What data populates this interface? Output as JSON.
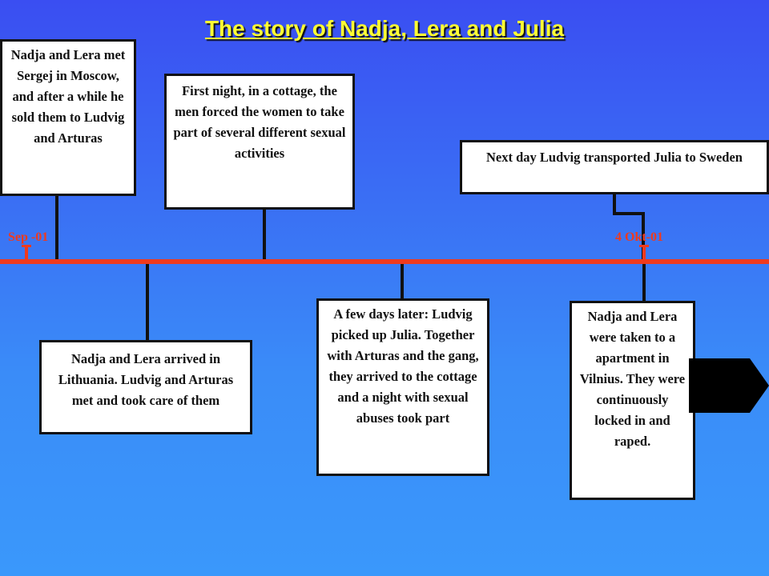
{
  "title": "The story of Nadja, Lera and Julia",
  "timeline": {
    "start_label": "Sep -01",
    "end_label": "4 Okt-01"
  },
  "events": [
    "Nadja and Lera met Sergej in Moscow, and after a while he sold them to Ludvig and Arturas",
    "Nadja and Lera arrived in Lithuania. Ludvig and Arturas met and took care of them",
    "First night, in a cottage, the men forced the women to take part of several different sexual activities",
    "A few days later: Ludvig picked up Julia. Together with Arturas and the gang, they arrived to the cottage and a night with sexual abuses took part",
    "Next day Ludvig transported Julia to Sweden",
    "Nadja and Lera were taken to a apartment in Vilnius. They were continuously locked in and raped."
  ],
  "colors": {
    "title": "#ffff33",
    "axis": "#ef3a1e",
    "box_border": "#111111",
    "box_fill": "#ffffff"
  }
}
